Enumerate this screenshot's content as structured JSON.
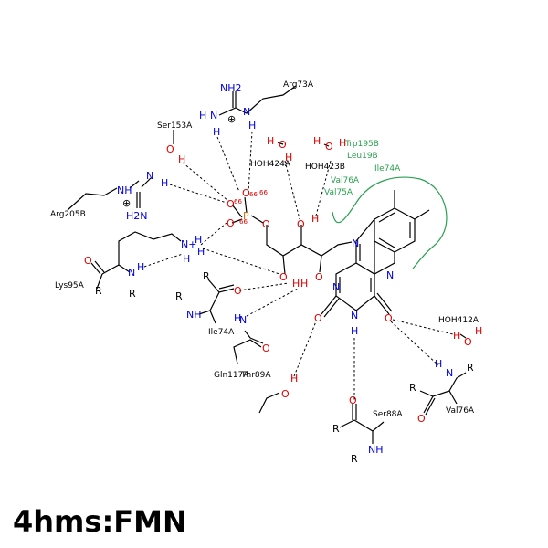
{
  "title": "4hms:FMN",
  "colors": {
    "bond": "#000000",
    "oxygen": "#e00000",
    "nitrogen": "#0000e0",
    "phosphorus": "#c87000",
    "hydrophobic": "#2aa050"
  },
  "residues": {
    "arg73a": "Arg73A",
    "ser153a": "Ser153A",
    "arg205b": "Arg205B",
    "hoh424a": "HOH424A",
    "hoh423b": "HOH423B",
    "trp195b": "Trp195B",
    "leu19b": "Leu19B",
    "ile74a_h": "Ile74A",
    "val76a_h": "Val76A",
    "val75a": "Val75A",
    "lys95a": "Lys95A",
    "ile74a": "Ile74A",
    "gln117a": "Gln117A",
    "thr89a": "Thr89A",
    "hoh412a": "HOH412A",
    "ser88a": "Ser88A",
    "val76a": "Val76A"
  },
  "atoms": {
    "O": "O",
    "N": "N",
    "H": "H",
    "P": "P",
    "R": "R",
    "NH": "NH",
    "NH2": "NH2",
    "H2N": "H2N",
    "NHplus": "N+",
    "plus": "⊕",
    "dist": "66"
  }
}
